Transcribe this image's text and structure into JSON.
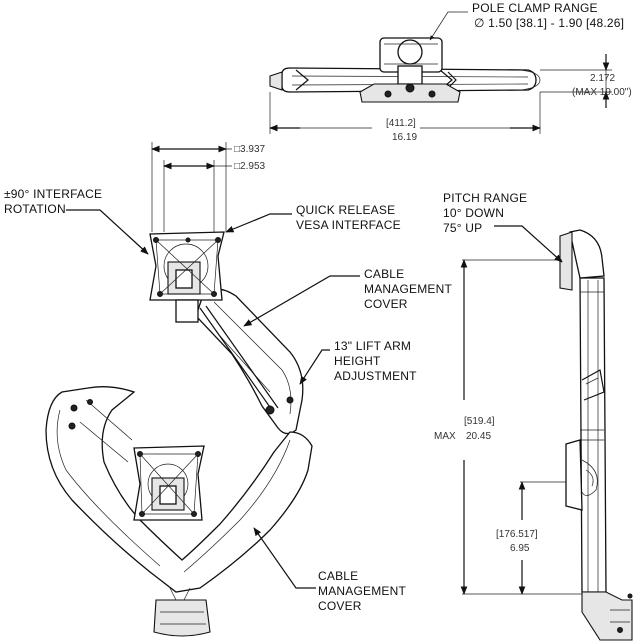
{
  "labels": {
    "pole_clamp": {
      "line1": "POLE CLAMP RANGE",
      "line2": "∅ 1.50 [38.1] - 1.90 [48.26]"
    },
    "top_height": {
      "value": "2.172",
      "max": "(MAX 19.00\")"
    },
    "top_width": {
      "mm": "[411.2]",
      "in": "16.19"
    },
    "vesa_outer": "□3.937",
    "vesa_inner": "□2.953",
    "interface_rotation": {
      "line1": "±90° INTERFACE",
      "line2": "ROTATION"
    },
    "quick_release": {
      "line1": "QUICK RELEASE",
      "line2": "VESA INTERFACE"
    },
    "cable_cover_top": {
      "line1": "CABLE",
      "line2": "MANAGEMENT",
      "line3": "COVER"
    },
    "lift_arm": {
      "line1": "13\" LIFT ARM",
      "line2": "HEIGHT",
      "line3": "ADJUSTMENT"
    },
    "pitch_range": {
      "line1": "PITCH RANGE",
      "line2": "10° DOWN",
      "line3": "75° UP"
    },
    "max_height": {
      "mm": "[519.4]",
      "prefix": "MAX",
      "in": "20.45"
    },
    "min_height": {
      "mm": "[176.517]",
      "in": "6.95"
    },
    "cable_cover_bottom": {
      "line1": "CABLE",
      "line2": "MANAGEMENT",
      "line3": "COVER"
    }
  }
}
